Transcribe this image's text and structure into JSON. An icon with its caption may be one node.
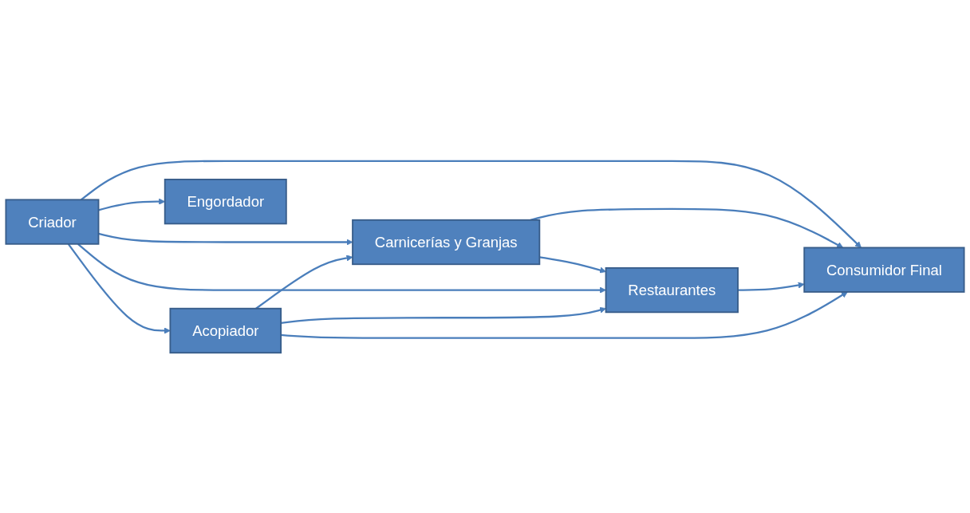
{
  "diagram": {
    "nodes": [
      {
        "text": [
          "Criador"
        ]
      },
      {
        "text": [
          "Carnicerías y Granjas"
        ]
      },
      {
        "text": [
          "Restaurantes"
        ]
      },
      {
        "text": [
          "Acopiador"
        ]
      },
      {
        "text": [
          "Engordador"
        ]
      },
      {
        "text": [
          "Consumidor Final"
        ]
      }
    ],
    "edges": [
      {
        "from": 0,
        "to": 5,
        "arrow": "to"
      },
      {
        "from": 0,
        "to": 1,
        "arrow": "to"
      },
      {
        "from": 1,
        "to": 5,
        "arrow": "to"
      },
      {
        "from": 1,
        "to": 2,
        "arrow": "to"
      },
      {
        "from": 0,
        "to": 2,
        "arrow": "to"
      },
      {
        "from": 2,
        "to": 5,
        "arrow": "to"
      },
      {
        "from": 3,
        "to": 2,
        "arrow": "to"
      },
      {
        "from": 3,
        "to": 1,
        "arrow": "to"
      },
      {
        "from": 0,
        "to": 3,
        "arrow": "to"
      },
      {
        "from": 3,
        "to": 5,
        "arrow": "to"
      },
      {
        "from": 0,
        "to": 4,
        "arrow": "to"
      }
    ]
  }
}
